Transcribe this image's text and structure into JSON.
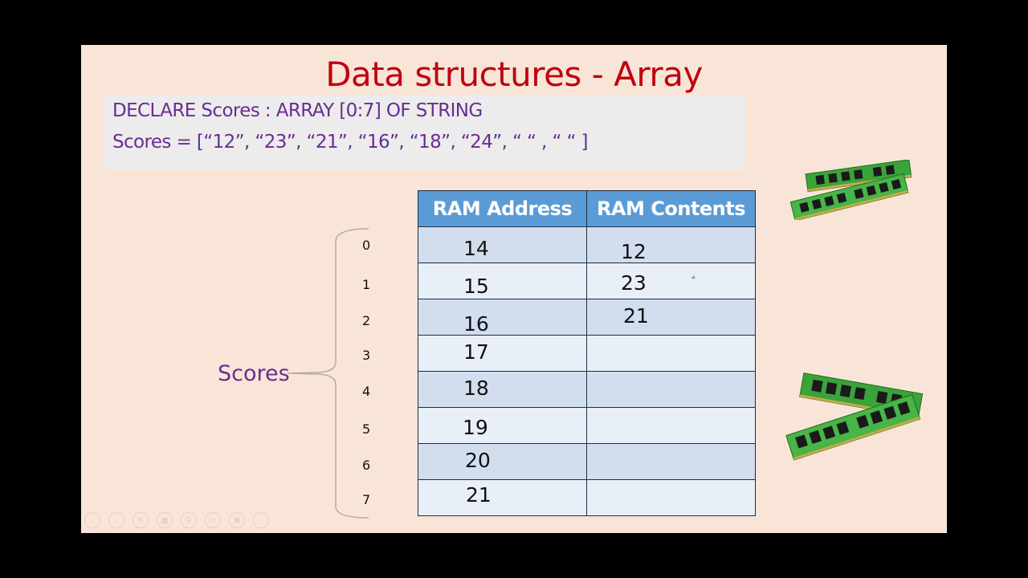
{
  "slide": {
    "title": "Data structures - Array",
    "code": {
      "line1": "DECLARE Scores : ARRAY [0:7] OF STRING",
      "line2": "Scores = [“12”, “23”, “21”, “16”, “18”, “24”, “ “ , “ “ ]"
    },
    "array_label": "Scores",
    "indices": [
      "0",
      "1",
      "2",
      "3",
      "4",
      "5",
      "6",
      "7"
    ],
    "table": {
      "headers": [
        "RAM Address",
        "RAM Contents"
      ],
      "rows": [
        {
          "address": "14",
          "contents": "12"
        },
        {
          "address": "15",
          "contents": "23"
        },
        {
          "address": "16",
          "contents": "21"
        },
        {
          "address": "17",
          "contents": ""
        },
        {
          "address": "18",
          "contents": ""
        },
        {
          "address": "19",
          "contents": ""
        },
        {
          "address": "20",
          "contents": ""
        },
        {
          "address": "21",
          "contents": ""
        }
      ]
    },
    "images": [
      "ram-modules-photo",
      "ram-modules-photo"
    ],
    "nav_icons": [
      "previous-icon",
      "next-icon",
      "pen-icon",
      "slides-icon",
      "zoom-icon",
      "subtitles-icon",
      "camera-icon",
      "more-icon"
    ],
    "colors": {
      "title": "#c00010",
      "code_text": "#6a2c91",
      "header_bg": "#5b9bd5",
      "row_dark": "#d2deee",
      "row_light": "#e9eff7",
      "slide_bg": "#f8e5d8"
    }
  }
}
